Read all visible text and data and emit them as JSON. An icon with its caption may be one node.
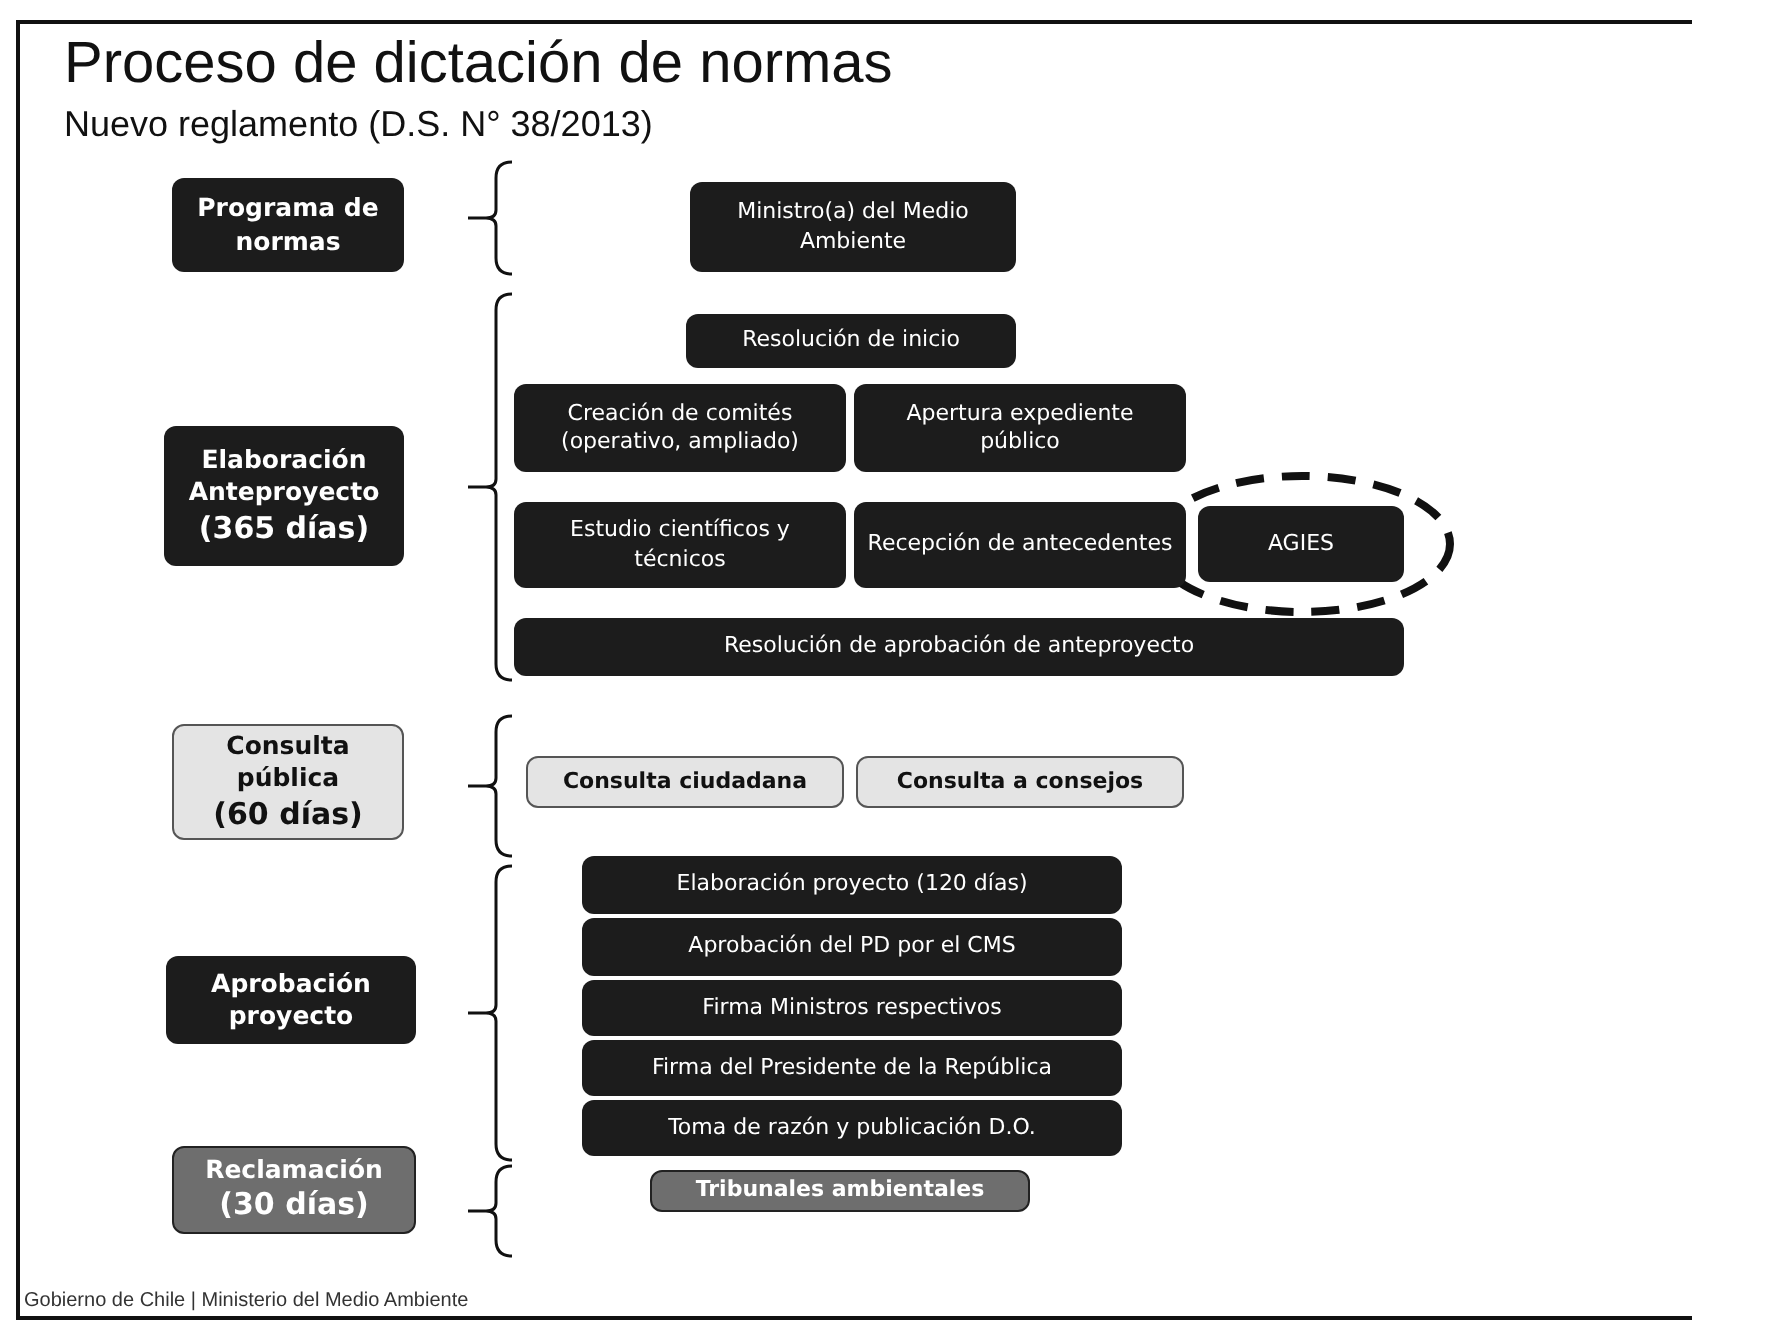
{
  "diagram": {
    "title": "Proceso de dictación de normas",
    "nodes": [
      {
        "text": [
          "Programa de normas"
        ]
      },
      {
        "text": [
          "Ministro(a) del Medio Ambiente"
        ]
      },
      {
        "text": [
          "Elaboración Anteproyecto",
          "(365 días)"
        ]
      },
      {
        "text": [
          "Resolución de inicio"
        ]
      },
      {
        "text": [
          "Creación de comités (operativo, ampliado)"
        ]
      },
      {
        "text": [
          "Apertura expediente público"
        ]
      },
      {
        "text": [
          "Estudio científicos y técnicos"
        ]
      },
      {
        "text": [
          "Recepción de antecedentes"
        ]
      },
      {
        "text": [
          "AGIES"
        ]
      },
      {
        "text": [
          "Resolución de aprobación de anteproyecto"
        ]
      },
      {
        "text": [
          "Consulta pública",
          "(60 días)"
        ]
      },
      {
        "text": [
          "Consulta ciudadana"
        ]
      },
      {
        "text": [
          "Consulta a consejos"
        ]
      },
      {
        "text": [
          "Aprobación proyecto"
        ]
      },
      {
        "text": [
          "Elaboración proyecto (120 días)"
        ]
      },
      {
        "text": [
          "Aprobación del PD por el CMS"
        ]
      },
      {
        "text": [
          "Firma Ministros respectivos"
        ]
      },
      {
        "text": [
          "Firma del Presidente de la República"
        ]
      },
      {
        "text": [
          "Toma de razón y publicación D.O."
        ]
      },
      {
        "text": [
          "Reclamación",
          "(30 días)"
        ]
      },
      {
        "text": [
          "Tribunales ambientales"
        ]
      }
    ],
    "labels": [
      "Nuevo reglamento (D.S. N° 38/2013)",
      "Gobierno de Chile | Ministerio del Medio Ambiente"
    ]
  }
}
